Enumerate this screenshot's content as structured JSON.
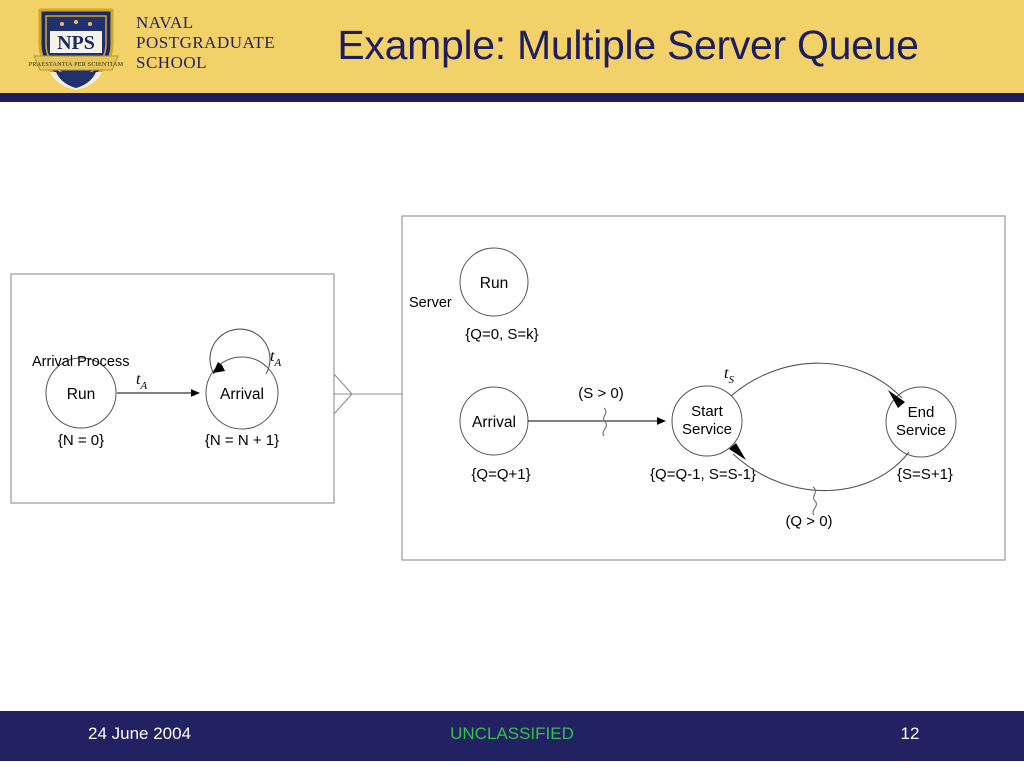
{
  "header": {
    "title": "Example: Multiple Server Queue",
    "logo_icon": "nps-shield-logo",
    "logo_lines": [
      "NAVAL",
      "POSTGRADUATE",
      "SCHOOL"
    ],
    "logo_shield_text": "NPS",
    "logo_motto": "PRAESTANTIA PER SCIENTIAM",
    "band_color": "#f2d169",
    "rule_color": "#1d1d5e",
    "title_color": "#1e1e5c"
  },
  "footer": {
    "date": "24 June 2004",
    "classification": "UNCLASSIFIED",
    "page_number": "12",
    "band_color": "#222263",
    "classification_color": "#35c04a",
    "text_color": "#ffffff"
  },
  "diagram": {
    "arrival_process": {
      "caption": "Arrival Process",
      "nodes": [
        {
          "id": "ap-run",
          "label": "Run",
          "state": "{N = 0}"
        },
        {
          "id": "ap-arrival",
          "label": "Arrival",
          "state": "{N = N + 1}"
        }
      ],
      "edges": [
        {
          "id": "ap-run-to-arrival",
          "label": "t",
          "sub": "A",
          "from": "ap-run",
          "to": "ap-arrival"
        },
        {
          "id": "ap-arrival-self-loop",
          "label": "t",
          "sub": "A",
          "from": "ap-arrival",
          "to": "ap-arrival"
        }
      ]
    },
    "server": {
      "caption": "Server",
      "nodes": [
        {
          "id": "sv-run",
          "label": "Run",
          "state": "{Q=0, S=k}"
        },
        {
          "id": "sv-arrival",
          "label": "Arrival",
          "state": "{Q=Q+1}"
        },
        {
          "id": "sv-start-service",
          "label_line1": "Start",
          "label_line2": "Service",
          "state": "{Q=Q-1, S=S-1}"
        },
        {
          "id": "sv-end-service",
          "label_line1": "End",
          "label_line2": "Service",
          "state": "{S=S+1}"
        }
      ],
      "edges": [
        {
          "id": "sv-arrival-to-start",
          "condition": "(S > 0)",
          "from": "sv-arrival",
          "to": "sv-start-service"
        },
        {
          "id": "sv-start-to-end",
          "label": "t",
          "sub": "S",
          "from": "sv-start-service",
          "to": "sv-end-service"
        },
        {
          "id": "sv-end-to-start",
          "condition": "(Q > 0)",
          "from": "sv-end-service",
          "to": "sv-start-service"
        }
      ]
    },
    "connector": {
      "id": "arrival-process-to-server",
      "icon": "arrow-right-chevron"
    },
    "line_color": "#000000",
    "box_border_color": "#9a9a9a"
  }
}
